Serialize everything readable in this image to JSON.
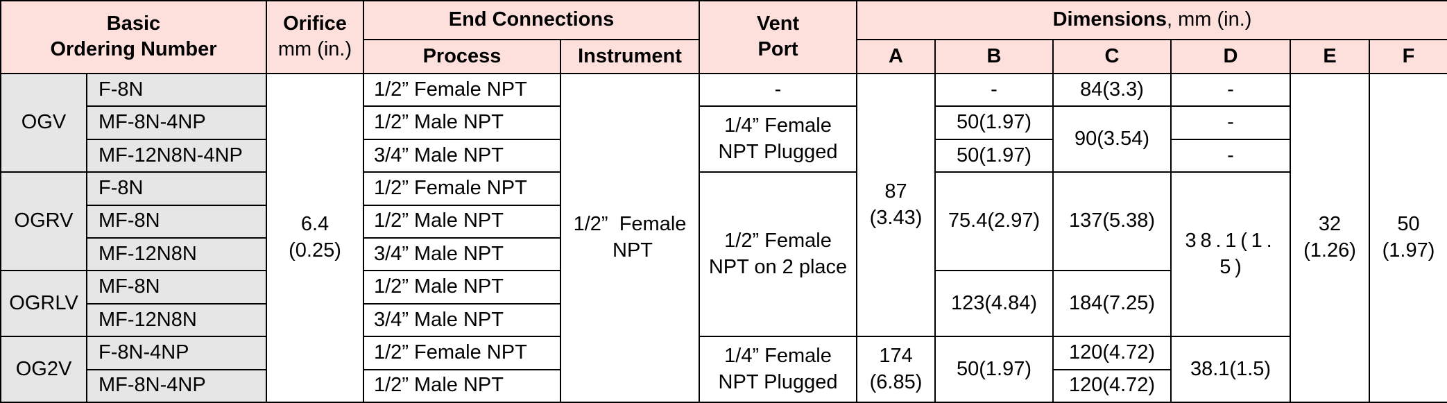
{
  "headers": {
    "basic_ordering_number": "Basic\nOrdering Number",
    "orifice": "Orifice",
    "orifice_unit": "mm (in.)",
    "end_connections": "End Connections",
    "process": "Process",
    "instrument": "Instrument",
    "vent_port": "Vent\nPort",
    "dimensions": "Dimensions",
    "dimensions_unit": ", mm (in.)",
    "A": "A",
    "B": "B",
    "C": "C",
    "D": "D",
    "E": "E",
    "F": "F"
  },
  "series": {
    "ogv": "OGV",
    "ogrv": "OGRV",
    "ogrlv": "OGRLV",
    "og2v": "OG2V"
  },
  "models": [
    "F-8N",
    "MF-8N-4NP",
    "MF-12N8N-4NP",
    "F-8N",
    "MF-8N",
    "MF-12N8N",
    "MF-8N",
    "MF-12N8N",
    "F-8N-4NP",
    "MF-8N-4NP"
  ],
  "process": [
    "1/2” Female NPT",
    "1/2” Male NPT",
    "3/4” Male NPT",
    "1/2” Female NPT",
    "1/2” Male NPT",
    "3/4” Male NPT",
    "1/2” Male NPT",
    "3/4” Male NPT",
    "1/2” Female NPT",
    "1/2” Male NPT"
  ],
  "orifice_value": "6.4\n(0.25)",
  "instrument_value": "1/2”  Female\n NPT",
  "vent": {
    "r1": "-",
    "ogv_plugged": "1/4” Female\nNPT Plugged",
    "two_place": "1/2” Female\nNPT on 2 place",
    "og2v_plugged": "1/4” Female\nNPT Plugged"
  },
  "dim_a": {
    "main": "87\n(3.43)",
    "og2v": "174\n(6.85)"
  },
  "dim_b": {
    "r1": "-",
    "r2": "50(1.97)",
    "r3": "50(1.97)",
    "ogrv": "75.4(2.97)",
    "ogrlv": "123(4.84)",
    "og2v": "50(1.97)"
  },
  "dim_c": {
    "r1": "84(3.3)",
    "r23": "90(3.54)",
    "ogrv": "137(5.38)",
    "ogrlv": "184(7.25)",
    "og2v_1": "120(4.72)",
    "og2v_2": "120(4.72)"
  },
  "dim_d": {
    "r1": "-",
    "r2": "-",
    "r3": "-",
    "ogrv_ogrlv": "3 8 . 1 ( 1 . 5 )",
    "og2v": "38.1(1.5)"
  },
  "dim_e": "32\n(1.26)",
  "dim_f": "50\n(1.97)"
}
